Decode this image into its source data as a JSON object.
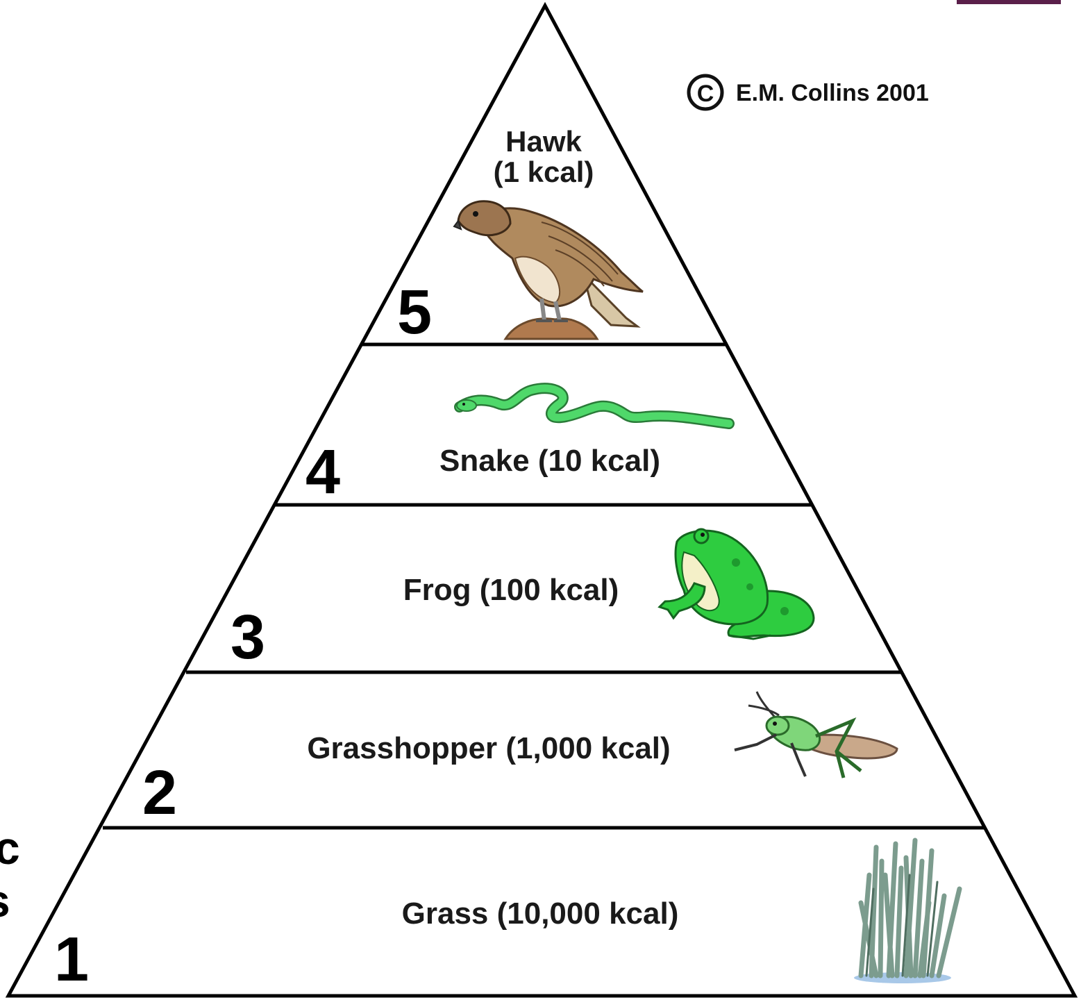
{
  "copyright": {
    "symbol": "C",
    "text": "E.M. Collins 2001"
  },
  "edge_fragments": [
    "c",
    "s"
  ],
  "levels": [
    {
      "number": "5",
      "name": "Hawk",
      "energy": "(1 kcal)",
      "icon": "hawk-icon"
    },
    {
      "number": "4",
      "label": "Snake (10 kcal)",
      "icon": "snake-icon"
    },
    {
      "number": "3",
      "label": "Frog (100 kcal)",
      "icon": "frog-icon"
    },
    {
      "number": "2",
      "label": "Grasshopper (1,000 kcal)",
      "icon": "grasshopper-icon"
    },
    {
      "number": "1",
      "label": "Grass (10,000 kcal)",
      "icon": "grass-icon"
    }
  ],
  "colors": {
    "hawk": "#b08a5e",
    "snake": "#4fd86a",
    "frog": "#2ecc40",
    "grasshopper": "#7fd67a",
    "grass": "#7c9c8e",
    "accent_bar": "#5a1f4a"
  }
}
